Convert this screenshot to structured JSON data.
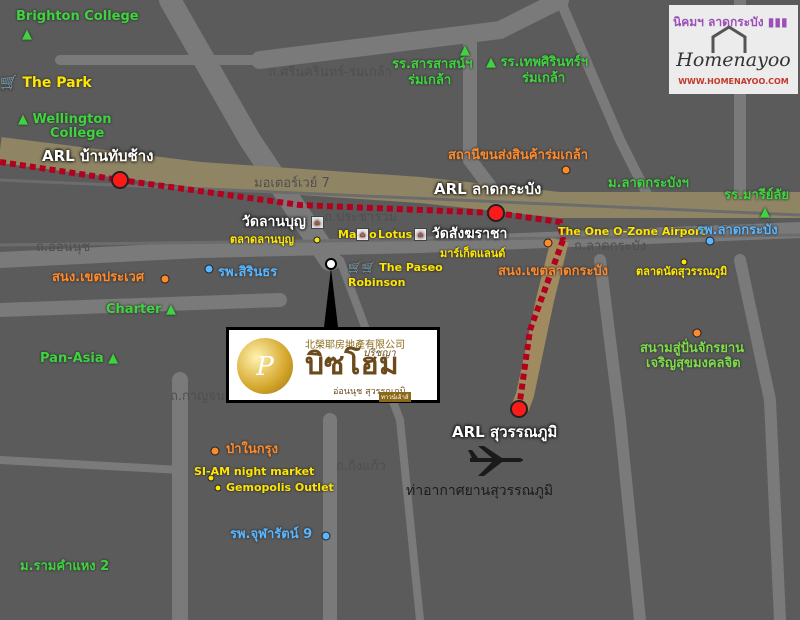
{
  "places": {
    "brighton": "Brighton College",
    "the_park": "The Park",
    "wellington_1": "Wellington",
    "wellington_2": "College",
    "arl_bantubchang": "ARL บ้านทับช้าง",
    "arl_latkrabang": "ARL ลาดกระบัง",
    "arl_suvarnabhumi": "ARL สุวรรณภูมิ",
    "sarasas_1": "รร.สารสาสน์ฯ",
    "sarasas_2": "ร่มเกล้า",
    "thepsirin_1": "รร.เทพศิรินทร์ฯ",
    "thepsirin_2": "ร่มเกล้า",
    "container_station": "สถานีขนส่งสินค้าร่มเกล้า",
    "kmitl": "ม.ลาดกระบังฯ",
    "mariasai": "รร.มารีย์ลัย",
    "hosp_latkrabang": "รพ.ลาดกระบัง",
    "one_ozone": "The One O-Zone Airport",
    "talad_suvarnabhumi": "ตลาดนัดสุวรรณภูมิ",
    "wat_lanboon": "วัดลานบุญ",
    "talad_lanboon": "ตลาดลานบุญ",
    "makro": "Makro",
    "lotus": "Lotus",
    "wat_sangkharacha": "วัดสังฆราชา",
    "market_land": "มาร์เก็ตแลนด์",
    "the_paseo": "The Paseo",
    "robinson": "Robinson",
    "sno_prawet": "สนง.เขตประเวศ",
    "hosp_sirindhorn": "รพ.สิรินธร",
    "sno_latkrabang": "สนง.เขตลาดกระบัง",
    "charter": "Charter",
    "pan_asia": "Pan-Asia",
    "golf_1": "สนามสู่ปั่นจักรยาน",
    "golf_2": "เจริญสุขมงคลจิต",
    "pa_nai_krung": "ป่าในกรุง",
    "si_am": "SI-AM night market",
    "gemopolis": "Gemopolis Outlet",
    "airport": "ท่าอากาศยานสุวรรณภูมิ",
    "hosp_chulabhorn": "รพ.จุฬารัตน์ 9",
    "ramkhamhaeng": "ม.รามคำแหง 2"
  },
  "roads": {
    "srinakarin": "ถ.ศรีนครินทร์-ร่มเกล้า",
    "motorway": "มอเตอร์เวย์ 7",
    "onnut": "ถ.อ่อนนุช",
    "latkrabang": "ถ.ลาดกระบัง",
    "kingkaew": "ถ.กิ่งแก้ว",
    "kanchana": "ถ.กาญจนาภิเษก",
    "prachathan": "ถ.ประชาร่วม"
  },
  "logo": {
    "chinese": "北榮耶房地產有限公司",
    "main": "บิซโฮม",
    "over": "ปริชญา",
    "sub": "อ่อนนุช สุวรรณภูมิ",
    "tag": "ทาวน์เฮ้าส์"
  },
  "brand": {
    "top": "นิคมฯ ลาดกระบัง",
    "name": "Homenayoo",
    "url": "WWW.HOMENAYOO.COM"
  },
  "colors": {
    "green": "#3fd43f",
    "orange": "#ff8a2a",
    "blue": "#59b6ff",
    "yellow": "#ffe600",
    "rail": "#b3001e"
  }
}
